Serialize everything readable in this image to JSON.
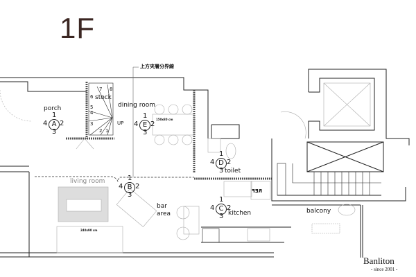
{
  "title": "1F",
  "boundary_note": "上方夾層分界線",
  "rooms": {
    "porch": "porch",
    "stock": "stock",
    "dining": "dining room",
    "toilet": "toilet",
    "living": "living room",
    "bar_line1": "bar",
    "bar_line2": "area",
    "kitchen": "kitchen",
    "balcony": "balcony"
  },
  "dimensions": {
    "table": "150x80 cm",
    "sofa": "240x90 cm"
  },
  "fridge_label": "REF",
  "stairs": {
    "steps": [
      "1",
      "2",
      "3",
      "4",
      "5",
      "6",
      "7",
      "8"
    ],
    "up_label": "UP"
  },
  "markers": [
    {
      "letter": "A",
      "n1": "1",
      "n2": "2",
      "n3": "3",
      "n4": "4"
    },
    {
      "letter": "E",
      "n1": "1",
      "n2": "2",
      "n3": "3",
      "n4": "4"
    },
    {
      "letter": "D",
      "n1": "1",
      "n2": "2",
      "n3": "3",
      "n4": "4"
    },
    {
      "letter": "B",
      "n1": "1",
      "n2": "2",
      "n3": "3",
      "n4": "4"
    },
    {
      "letter": "C",
      "n1": "1",
      "n2": "2",
      "n3": "3",
      "n4": "4"
    }
  ],
  "brand": {
    "name": "Banliton",
    "tagline": "- since 2001 -"
  },
  "colors": {
    "title": "#3b2622",
    "wall": "#222222",
    "furniture": "#aaaaaa"
  }
}
